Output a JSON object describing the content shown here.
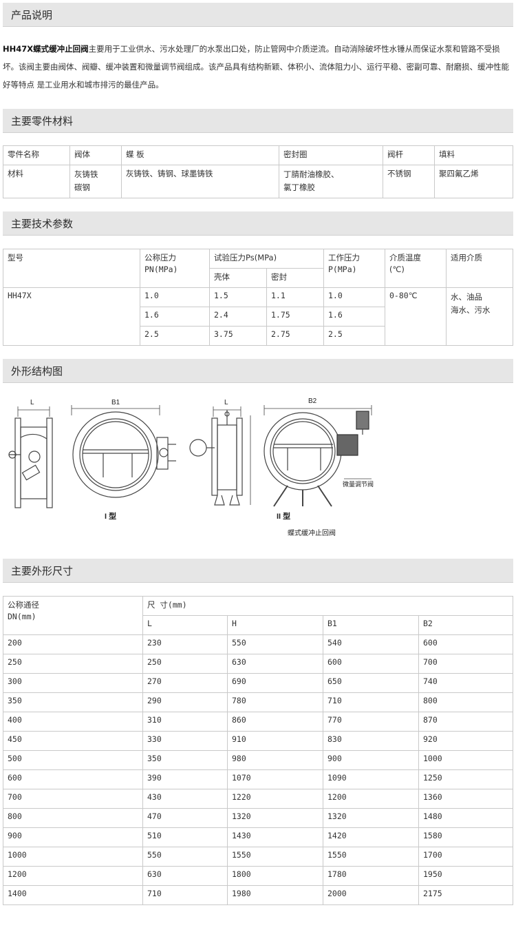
{
  "sections": {
    "intro_title": "产品说明",
    "materials_title": "主要零件材料",
    "params_title": "主要技术参数",
    "structure_title": "外形结构图",
    "dims_title": "主要外形尺寸"
  },
  "intro": {
    "model_bold": "HH47X蝶式缓冲止回阀",
    "text": "主要用于工业供水、污水处理厂的水泵出口处，防止管网中介质逆流。自动消除破坏性水锤从而保证水泵和管路不受损坏。该阀主要由阀体、阀瓣、缓冲装置和微量调节阀组成。该产品具有结构新颖、体积小、流体阻力小、运行平稳、密副可靠、耐磨损、缓冲性能好等特点 是工业用水和城市排污的最佳产品。"
  },
  "materials": {
    "headers": [
      "零件名称",
      "阀体",
      "蝶 板",
      "密封圈",
      "阀杆",
      "填料"
    ],
    "row_label": "材料",
    "body": [
      "灰铸铁",
      "碳钢"
    ],
    "disc": "灰铸铁、铸钢、球墨铸铁",
    "seal": [
      "丁腈耐油橡胶、",
      "氯丁橡胶"
    ],
    "stem": "不锈钢",
    "packing": "聚四氟乙烯"
  },
  "params": {
    "h_model": "型号",
    "h_pn": [
      "公称压力",
      "PN(MPa)"
    ],
    "h_test": "试验压力Ps(MPa)",
    "h_shell": "壳体",
    "h_seal": "密封",
    "h_work": [
      "工作压力",
      "P(MPa)"
    ],
    "h_temp": [
      "介质温度",
      "(℃)"
    ],
    "h_media": "适用介质",
    "model": "HH47X",
    "rows": [
      {
        "pn": "1.0",
        "shell": "1.5",
        "seal": "1.1",
        "work": "1.0"
      },
      {
        "pn": "1.6",
        "shell": "2.4",
        "seal": "1.75",
        "work": "1.6"
      },
      {
        "pn": "2.5",
        "shell": "3.75",
        "seal": "2.75",
        "work": "2.5"
      }
    ],
    "temp": "0-80℃",
    "media": [
      "水、油品",
      "海水、污水"
    ]
  },
  "drawing": {
    "label_l1": "L",
    "label_b1": "B1",
    "label_l2": "L",
    "label_b2": "B2",
    "type1": "I 型",
    "type2": "II 型",
    "micro_valve": "微量调节阀",
    "caption": "蝶式缓冲止回阀"
  },
  "dims": {
    "h_dn": [
      "公称通径",
      "DN(mm)"
    ],
    "h_size": "尺 寸(mm)",
    "cols": [
      "L",
      "H",
      "B1",
      "B2"
    ],
    "rows": [
      [
        "200",
        "230",
        "550",
        "540",
        "600"
      ],
      [
        "250",
        "250",
        "630",
        "600",
        "700"
      ],
      [
        "300",
        "270",
        "690",
        "650",
        "740"
      ],
      [
        "350",
        "290",
        "780",
        "710",
        "800"
      ],
      [
        "400",
        "310",
        "860",
        "770",
        "870"
      ],
      [
        "450",
        "330",
        "910",
        "830",
        "920"
      ],
      [
        "500",
        "350",
        "980",
        "900",
        "1000"
      ],
      [
        "600",
        "390",
        "1070",
        "1090",
        "1250"
      ],
      [
        "700",
        "430",
        "1220",
        "1200",
        "1360"
      ],
      [
        "800",
        "470",
        "1320",
        "1320",
        "1480"
      ],
      [
        "900",
        "510",
        "1430",
        "1420",
        "1580"
      ],
      [
        "1000",
        "550",
        "1550",
        "1550",
        "1700"
      ],
      [
        "1200",
        "630",
        "1800",
        "1780",
        "1950"
      ],
      [
        "1400",
        "710",
        "1980",
        "2000",
        "2175"
      ]
    ]
  }
}
